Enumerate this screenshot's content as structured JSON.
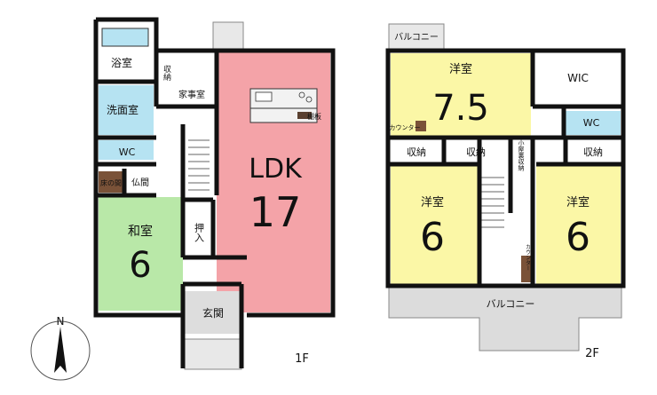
{
  "floor1": {
    "label": "1F",
    "rooms": {
      "bath": "浴室",
      "washroom": "洗面室",
      "wc": "WC",
      "storage": "収納",
      "housework": "家事室",
      "ldk_name": "LDK",
      "ldk_size": "17",
      "shelf": "棚板",
      "tokonoma": "床の間",
      "altar": "仏間",
      "washitsu_name": "和室",
      "washitsu_size": "6",
      "closet": "押入",
      "entrance": "玄関"
    }
  },
  "floor2": {
    "label": "2F",
    "rooms": {
      "balcony_top": "バルコニー",
      "western_main_name": "洋室",
      "western_main_size": "7.5",
      "wic": "WIC",
      "wc": "WC",
      "counter_left": "カウンター",
      "storage_1": "収納",
      "storage_2": "収納",
      "storage_3": "収納",
      "attic": "小屋裏収納",
      "western_left_name": "洋室",
      "western_left_size": "6",
      "western_right_name": "洋室",
      "western_right_size": "6",
      "counter_right": "カウンター",
      "balcony_bottom": "バルコニー"
    }
  },
  "compass": {
    "north": "N"
  },
  "colors": {
    "ldk": "#f4a3a8",
    "washitsu": "#b9e8a8",
    "wet": "#b6e3f2",
    "western": "#fbf7a6",
    "wall": "#111111",
    "balcony": "#dcdcdc"
  }
}
